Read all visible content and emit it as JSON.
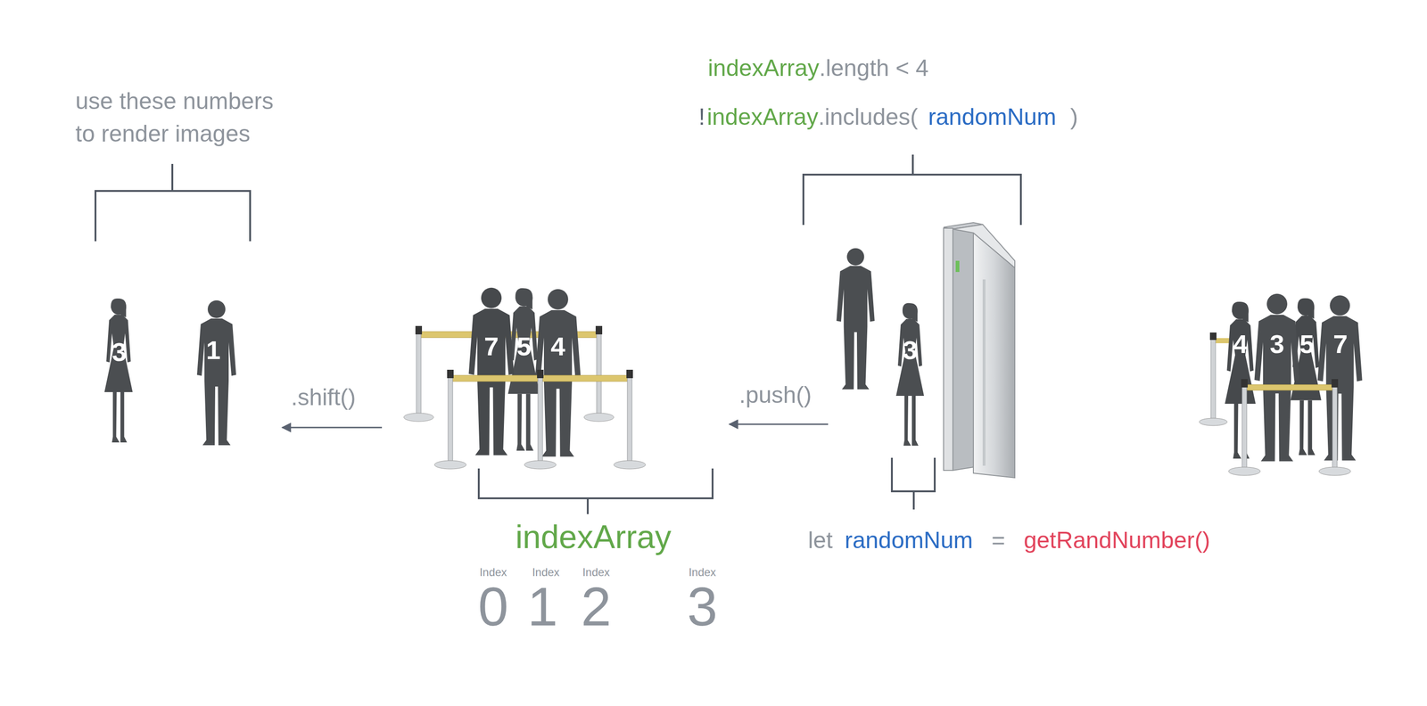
{
  "diagram": {
    "labels": [
      "use these numbers to render images",
      "indexArray",
      ".length < 4",
      "!",
      "indexArray",
      ".includes(",
      "randomNum",
      ")",
      "3",
      "1",
      ".shift()",
      "7",
      "5",
      "4",
      ".push()",
      "3",
      "4",
      "3",
      "5",
      "7",
      "indexArray",
      "Index",
      "Index",
      "Index",
      "Index",
      "0",
      "1",
      "2",
      "3",
      "let",
      "randomNum",
      "=",
      "getRandNumber()"
    ]
  }
}
